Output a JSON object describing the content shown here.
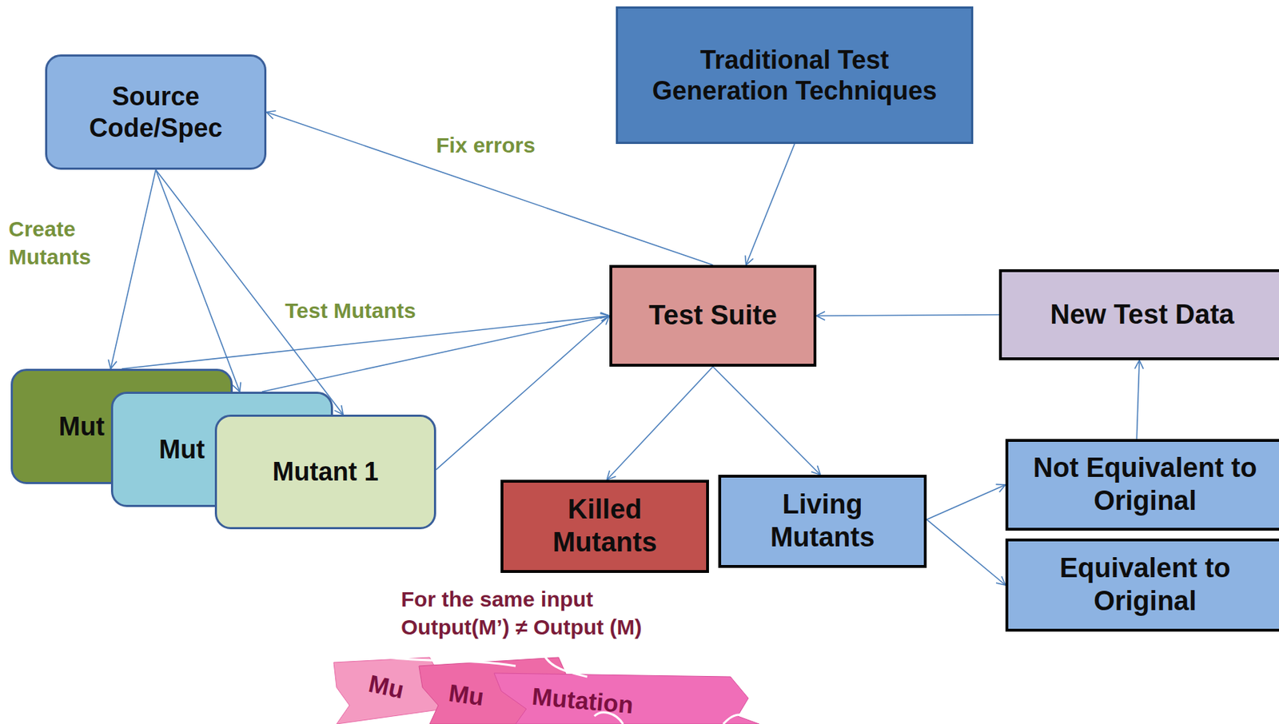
{
  "diagram": {
    "nodes": [
      {
        "text": [
          "Source Code/Spec"
        ]
      },
      {
        "text": [
          "Traditional Test Generation Techniques"
        ]
      },
      {
        "text": [
          "Test Suite"
        ]
      },
      {
        "text": [
          "New Test Data"
        ]
      },
      {
        "text": [
          "Mut"
        ]
      },
      {
        "text": [
          "Mut"
        ]
      },
      {
        "text": [
          "Mutant 1"
        ]
      },
      {
        "text": [
          "Killed Mutants"
        ]
      },
      {
        "text": [
          "Living Mutants"
        ]
      },
      {
        "text": [
          "Not Equivalent to Original"
        ]
      },
      {
        "text": [
          "Equivalent to Original"
        ]
      }
    ],
    "edges": [
      {
        "from": 1,
        "to": 2,
        "arrow": "to"
      },
      {
        "from": 2,
        "to": 0,
        "label": "Fix errors",
        "arrow": "to"
      },
      {
        "from": 0,
        "to": 4,
        "label": "Create Mutants",
        "arrow": "to"
      },
      {
        "from": 0,
        "to": 5,
        "arrow": "to"
      },
      {
        "from": 0,
        "to": 6,
        "arrow": "to"
      },
      {
        "from": 4,
        "to": 2,
        "label": "Test Mutants",
        "arrow": "to"
      },
      {
        "from": 5,
        "to": 2,
        "arrow": "to"
      },
      {
        "from": 6,
        "to": 2,
        "arrow": "to"
      },
      {
        "from": 2,
        "to": 7,
        "arrow": "to"
      },
      {
        "from": 2,
        "to": 8,
        "arrow": "to"
      },
      {
        "from": 8,
        "to": 9,
        "arrow": "to"
      },
      {
        "from": 8,
        "to": 10,
        "arrow": "to"
      },
      {
        "from": 9,
        "to": 3,
        "arrow": "to"
      },
      {
        "from": 3,
        "to": 2,
        "arrow": "to"
      }
    ],
    "labels": [
      "For the same input Output(M’) ≠ Output (M)",
      "Mu",
      "Mu",
      "Mutation"
    ]
  }
}
